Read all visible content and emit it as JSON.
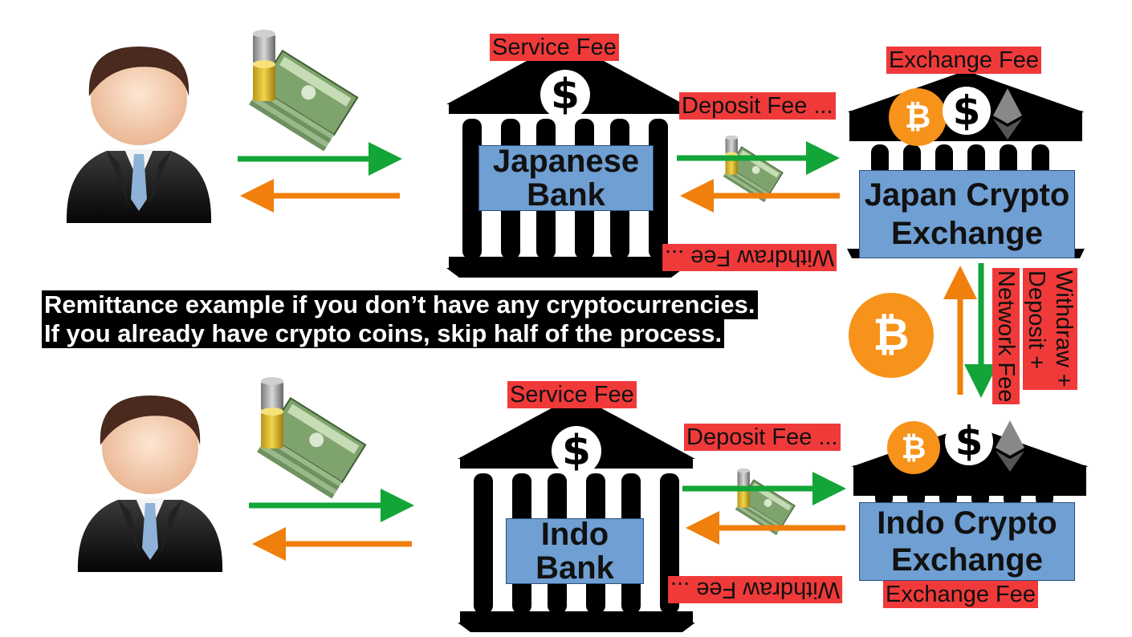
{
  "note": {
    "line1": "Remittance example if you don’t have any cryptocurrencies.",
    "line2": "If you already have crypto coins, skip half of the process."
  },
  "top": {
    "bank_label_l1": "Japanese",
    "bank_label_l2": "Bank",
    "exchange_label_l1": "Japan Crypto",
    "exchange_label_l2": "Exchange",
    "service_fee": "Service Fee",
    "exchange_fee": "Exchange Fee",
    "deposit_fee": "Deposit Fee ...",
    "withdraw_fee": "Withdraw Fee ..."
  },
  "bottom": {
    "bank_label_l1": "Indo",
    "bank_label_l2": "Bank",
    "exchange_label_l1": "Indo Crypto",
    "exchange_label_l2": "Exchange",
    "service_fee": "Service Fee",
    "exchange_fee": "Exchange Fee",
    "deposit_fee": "Deposit Fee ...",
    "withdraw_fee": "Withdraw Fee ..."
  },
  "transfer": {
    "withdraw_deposit_l1": "Withdraw +",
    "withdraw_deposit_l2": "Deposit +",
    "network_fee": "Network Fee"
  },
  "symbols": {
    "dollar": "$",
    "bitcoin": "₿"
  },
  "colors": {
    "fee_red": "#f03a3a",
    "box_blue": "#6f9fd3",
    "arrow_green": "#13a538",
    "arrow_orange": "#f07f0b",
    "bitcoin_orange": "#f7931a"
  }
}
